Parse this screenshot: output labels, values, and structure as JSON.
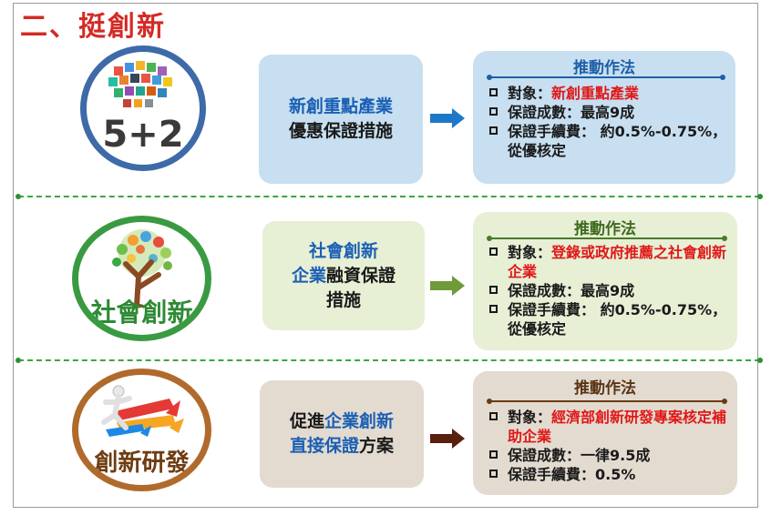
{
  "title": "二、挺創新",
  "rows": [
    {
      "circle_label": "5+2",
      "mid_lines": [
        {
          "parts": [
            {
              "text": "新創重點產業",
              "style": "blue"
            }
          ]
        },
        {
          "parts": [
            {
              "text": "優惠保證措施",
              "style": "normal"
            }
          ]
        }
      ],
      "arrow_color": "#1e78c8",
      "panel": {
        "heading": "推動作法",
        "items": [
          {
            "label": "對象：",
            "value": "新創重點產業",
            "value_style": "red"
          },
          {
            "label": "保證成數：",
            "value": "最高9成",
            "value_style": "normal"
          },
          {
            "label": "保證手續費：",
            "value": " 約0.5%-0.75%，從優核定",
            "value_style": "normal"
          }
        ]
      }
    },
    {
      "circle_label": "社會創新",
      "mid_lines": [
        {
          "parts": [
            {
              "text": "社會創新",
              "style": "blue"
            }
          ]
        },
        {
          "parts": [
            {
              "text": "企業",
              "style": "blue"
            },
            {
              "text": "融資保證",
              "style": "normal"
            }
          ]
        },
        {
          "parts": [
            {
              "text": "措施",
              "style": "normal"
            }
          ]
        }
      ],
      "arrow_color": "#6e9a3a",
      "panel": {
        "heading": "推動作法",
        "items": [
          {
            "label": "對象：",
            "value": "登錄或政府推薦之社會創新企業",
            "value_style": "red"
          },
          {
            "label": "保證成數：",
            "value": "最高9成",
            "value_style": "normal"
          },
          {
            "label": "保證手續費：",
            "value": " 約0.5%-0.75%，從優核定",
            "value_style": "normal"
          }
        ]
      }
    },
    {
      "circle_label": "創新研發",
      "mid_lines": [
        {
          "parts": [
            {
              "text": "促進",
              "style": "normal"
            },
            {
              "text": "企業創新",
              "style": "blue"
            }
          ]
        },
        {
          "parts": [
            {
              "text": "直接保證",
              "style": "blue"
            },
            {
              "text": "方案",
              "style": "normal"
            }
          ]
        }
      ],
      "arrow_color": "#5a1e0e",
      "panel": {
        "heading": "推動作法",
        "items": [
          {
            "label": "對象：",
            "value": "經濟部創新研發專案核定補助企業",
            "value_style": "red"
          },
          {
            "label": "保證成數：",
            "value": "一律9.5成",
            "value_style": "normal"
          },
          {
            "label": "保證手續費：",
            "value": "0.5%",
            "value_style": "normal"
          }
        ]
      }
    }
  ]
}
